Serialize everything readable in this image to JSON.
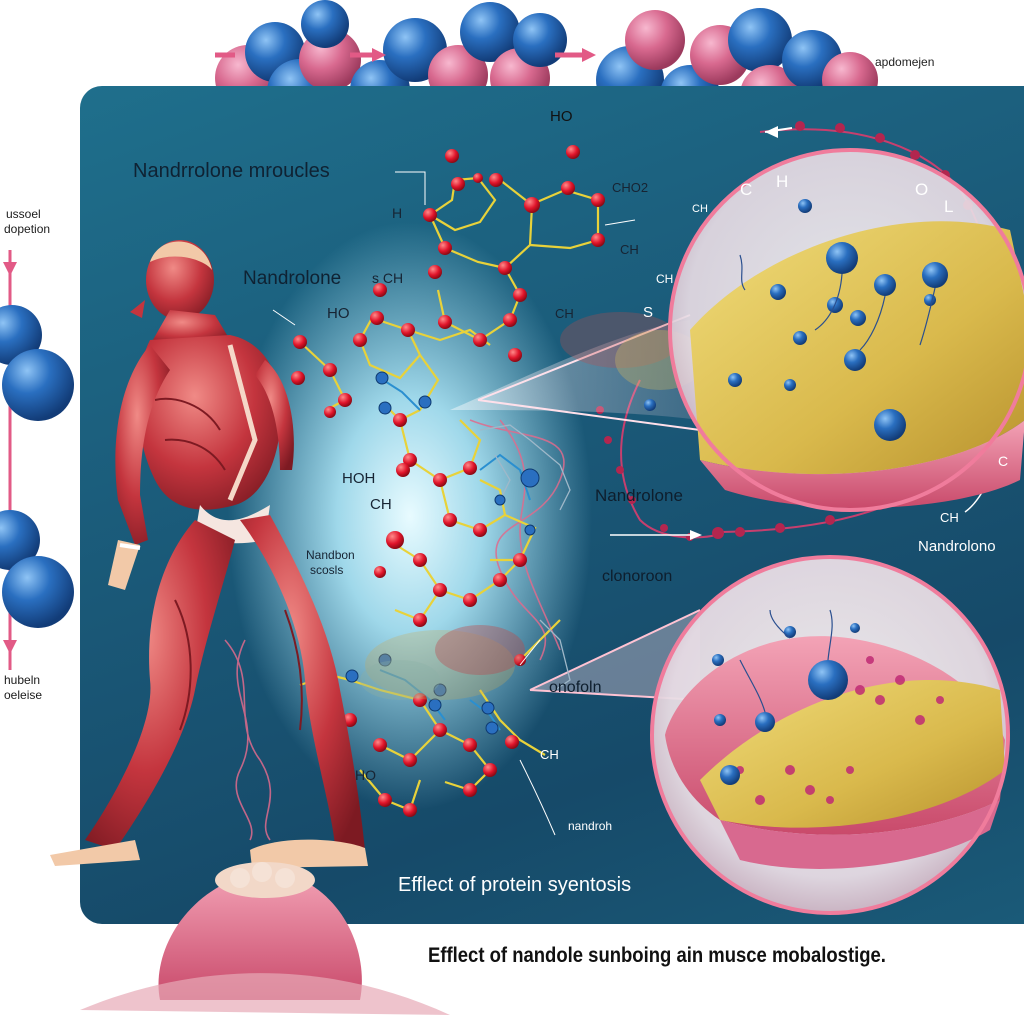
{
  "header": {
    "top_right_label": "apdomejen",
    "ho_label": "HO"
  },
  "left_margin": {
    "top_label_line1": "ussoel",
    "top_label_line2": "dopetion",
    "bottom_label_line1": "hubeln",
    "bottom_label_line2": "oeleise"
  },
  "molecule_labels": {
    "title": "Nandrrolone mroucles",
    "nandrolone_main": "Nandrolone",
    "nandrolone_ch": "s CH",
    "ch2": "CHO2",
    "ch_1": "CH",
    "ch_2": "CH",
    "ho_1": "HO",
    "h_1": "H",
    "hoh": "HOH",
    "ch_3": "CH",
    "nandbon_line1": "Nandbon",
    "nandbon_line2": "scosls",
    "ho_2": "HO",
    "ch_4": "CH",
    "nandroh": "nandroh",
    "effect_inline": "Efflect of protein syentosis"
  },
  "upper_zoom": {
    "letters_top": [
      "C",
      "H",
      "O",
      "L"
    ],
    "ch_small": "CH",
    "s_label": "S",
    "ch_left": "CH",
    "nandrolone_label": "Nandrolone",
    "c_label": "C",
    "ch_right": "CH",
    "nandrolono_label": "Nandrolono"
  },
  "lower_zoom": {
    "clonoroon_label": "clonoroon",
    "onofoln_label": "onofoln"
  },
  "footer": {
    "caption": "Efflect of nandole sunboing ain musce mobalostige."
  },
  "colors": {
    "panel_dark": "#164a69",
    "muscle_red": "#c4353e",
    "bead_blue": "#2a6fc0",
    "bead_pink": "#d8698f",
    "arrow_pink": "#e25a86",
    "atom_red": "#e0142a",
    "bond_yellow": "#e8d23a",
    "fiber_yellow": "#e3c85a"
  }
}
